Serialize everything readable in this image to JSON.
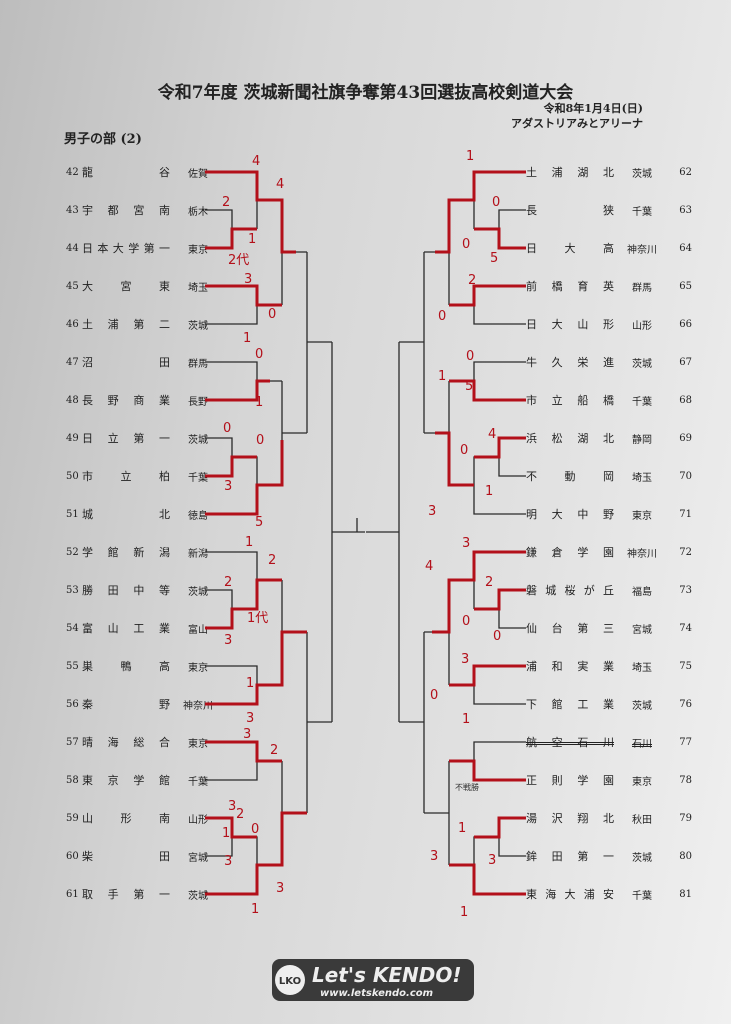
{
  "header": {
    "title": "令和7年度 茨城新聞社旗争奪第43回選抜高校剣道大会",
    "date": "令和8年1月4日(日)",
    "venue": "アダストリアみとアリーナ",
    "section": "男子の部 (2)"
  },
  "left_teams": [
    {
      "num": "42",
      "name": "龍谷",
      "pref": "佐賀"
    },
    {
      "num": "43",
      "name": "宇都宮南",
      "pref": "栃木"
    },
    {
      "num": "44",
      "name": "日本大学第一",
      "pref": "東京"
    },
    {
      "num": "45",
      "name": "大宮東",
      "pref": "埼玉"
    },
    {
      "num": "46",
      "name": "土浦第二",
      "pref": "茨城"
    },
    {
      "num": "47",
      "name": "沼田",
      "pref": "群馬"
    },
    {
      "num": "48",
      "name": "長野商業",
      "pref": "長野"
    },
    {
      "num": "49",
      "name": "日立第一",
      "pref": "茨城"
    },
    {
      "num": "50",
      "name": "市立柏",
      "pref": "千葉"
    },
    {
      "num": "51",
      "name": "城北",
      "pref": "徳島"
    },
    {
      "num": "52",
      "name": "学館新潟",
      "pref": "新潟"
    },
    {
      "num": "53",
      "name": "勝田中等",
      "pref": "茨城"
    },
    {
      "num": "54",
      "name": "富山工業",
      "pref": "富山"
    },
    {
      "num": "55",
      "name": "巣鴨高",
      "pref": "東京"
    },
    {
      "num": "56",
      "name": "秦野",
      "pref": "神奈川"
    },
    {
      "num": "57",
      "name": "晴海総合",
      "pref": "東京"
    },
    {
      "num": "58",
      "name": "東京学館",
      "pref": "千葉"
    },
    {
      "num": "59",
      "name": "山形南",
      "pref": "山形"
    },
    {
      "num": "60",
      "name": "柴田",
      "pref": "宮城"
    },
    {
      "num": "61",
      "name": "取手第一",
      "pref": "茨城"
    }
  ],
  "right_teams": [
    {
      "num": "62",
      "name": "土浦湖北",
      "pref": "茨城"
    },
    {
      "num": "63",
      "name": "長狭",
      "pref": "千葉"
    },
    {
      "num": "64",
      "name": "日大高",
      "pref": "神奈川"
    },
    {
      "num": "65",
      "name": "前橋育英",
      "pref": "群馬"
    },
    {
      "num": "66",
      "name": "日大山形",
      "pref": "山形"
    },
    {
      "num": "67",
      "name": "牛久栄進",
      "pref": "茨城"
    },
    {
      "num": "68",
      "name": "市立船橋",
      "pref": "千葉"
    },
    {
      "num": "69",
      "name": "浜松湖北",
      "pref": "静岡"
    },
    {
      "num": "70",
      "name": "不動岡",
      "pref": "埼玉"
    },
    {
      "num": "71",
      "name": "明大中野",
      "pref": "東京"
    },
    {
      "num": "72",
      "name": "鎌倉学園",
      "pref": "神奈川"
    },
    {
      "num": "73",
      "name": "磐城桜が丘",
      "pref": "福島"
    },
    {
      "num": "74",
      "name": "仙台第三",
      "pref": "宮城"
    },
    {
      "num": "75",
      "name": "浦和実業",
      "pref": "埼玉"
    },
    {
      "num": "76",
      "name": "下館工業",
      "pref": "茨城"
    },
    {
      "num": "77",
      "name": "航空石川",
      "pref": "石川",
      "withdrawn": true
    },
    {
      "num": "78",
      "name": "正則学園",
      "pref": "東京"
    },
    {
      "num": "79",
      "name": "湯沢翔北",
      "pref": "秋田"
    },
    {
      "num": "80",
      "name": "鉾田第一",
      "pref": "茨城"
    },
    {
      "num": "81",
      "name": "東海大浦安",
      "pref": "千葉"
    }
  ],
  "bye_note": "不戦勝",
  "scores": [
    "4",
    "4",
    "2",
    "1",
    "2代",
    "3",
    "0",
    "1",
    "0",
    "1",
    "0",
    "0",
    "3",
    "5",
    "1",
    "2",
    "2",
    "1代",
    "3",
    "1",
    "3",
    "3",
    "2",
    "2",
    "3",
    "0",
    "1",
    "1",
    "3",
    "3",
    "1",
    "0",
    "0",
    "5",
    "2",
    "0",
    "1",
    "0",
    "5",
    "4",
    "0",
    "1",
    "3",
    "3",
    "4",
    "2",
    "0",
    "0",
    "3",
    "0",
    "1",
    "1",
    "3",
    "1",
    "3"
  ],
  "logo": {
    "text": "Let's KENDO!",
    "url_text": "www.letskendo.com",
    "badge": "LKO"
  },
  "colors": {
    "red": "#b3101a",
    "line": "#2a2a2a"
  }
}
